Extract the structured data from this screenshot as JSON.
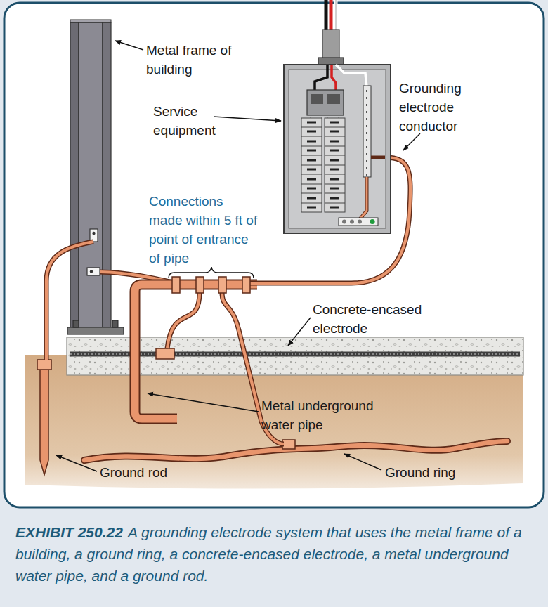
{
  "diagram": {
    "title": "EXHIBIT 250.22",
    "caption": "A grounding electrode system that uses the metal frame of a building, a ground ring, a concrete-encased electrode, a metal underground water pipe, and a ground rod.",
    "labels": [
      "Metal frame of building",
      "Service equipment",
      "Grounding electrode conductor",
      "Connections made within 5 ft of point of entrance of pipe",
      "Concrete-encased electrode",
      "Metal underground water pipe",
      "Ground rod",
      "Ground ring"
    ]
  }
}
